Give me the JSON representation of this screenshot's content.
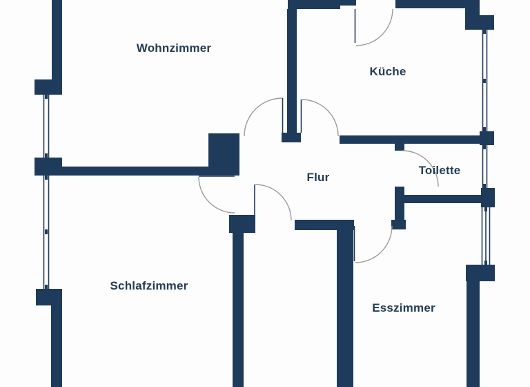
{
  "plan": {
    "type": "floor-plan",
    "rooms": [
      {
        "id": "wohnzimmer",
        "label": "Wohnzimmer"
      },
      {
        "id": "kueche",
        "label": "Küche"
      },
      {
        "id": "flur",
        "label": "Flur"
      },
      {
        "id": "toilette",
        "label": "Toilette"
      },
      {
        "id": "schlafzimmer",
        "label": "Schlafzimmer"
      },
      {
        "id": "esszimmer",
        "label": "Esszimmer"
      }
    ],
    "features": {
      "doors": 7,
      "windows": 5
    }
  },
  "colors": {
    "wall": "#1f3b5b",
    "label": "#223c55",
    "door_arc": "#9a9a9a",
    "background": "#fdfdfd"
  }
}
